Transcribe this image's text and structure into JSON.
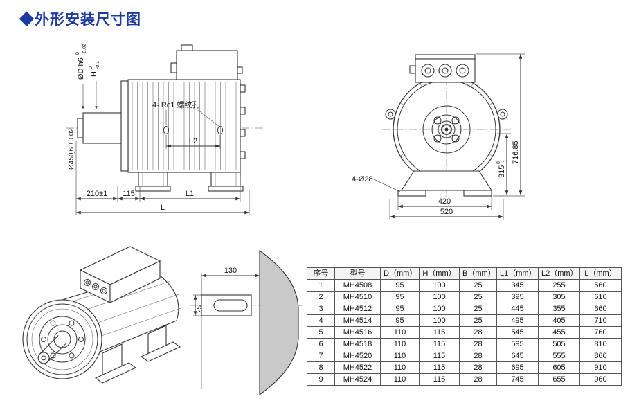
{
  "page": {
    "title": "◆外形安装尺寸图"
  },
  "colors": {
    "accent": "#1d3a9e"
  },
  "side_view": {
    "dim_shaft_dia_label": "ØD h6",
    "dim_shaft_dia_tol_upper": "0",
    "dim_shaft_dia_tol_lower": "-0.02",
    "dim_h_label": "H",
    "dim_h_tol_upper": "0",
    "dim_h_tol_lower": "-0.1",
    "dim_flange_dia": "Ø450j6 ±0.02",
    "thread_note": "4- Rc1 螺纹孔",
    "dim_l2": "L2",
    "dim_210": "210±1",
    "dim_115": "115",
    "dim_l1": "L1",
    "dim_l": "L"
  },
  "front_view": {
    "dim_315_label": "315",
    "dim_315_tol_upper": "0",
    "dim_315_tol_lower": "-1",
    "dim_716": "716.85",
    "holes_note": "4-Ø28",
    "dim_420": "420",
    "dim_520": "520"
  },
  "shaft_view": {
    "dim_130": "130",
    "dim_25": "25"
  },
  "table": {
    "headers": [
      "序号",
      "型号",
      "D（mm）",
      "H（mm）",
      "B（mm）",
      "L1（mm）",
      "L2（mm）",
      "L（mm）"
    ],
    "rows": [
      [
        "1",
        "MH4508",
        "95",
        "100",
        "25",
        "345",
        "255",
        "560"
      ],
      [
        "2",
        "MH4510",
        "95",
        "100",
        "25",
        "395",
        "305",
        "610"
      ],
      [
        "3",
        "MH4512",
        "95",
        "100",
        "25",
        "445",
        "355",
        "660"
      ],
      [
        "4",
        "MH4514",
        "95",
        "100",
        "25",
        "495",
        "405",
        "710"
      ],
      [
        "5",
        "MH4516",
        "110",
        "115",
        "28",
        "545",
        "455",
        "760"
      ],
      [
        "6",
        "MH4518",
        "110",
        "115",
        "28",
        "595",
        "505",
        "810"
      ],
      [
        "7",
        "MH4520",
        "110",
        "115",
        "28",
        "645",
        "555",
        "860"
      ],
      [
        "8",
        "MH4522",
        "110",
        "115",
        "28",
        "695",
        "605",
        "910"
      ],
      [
        "9",
        "MH4524",
        "110",
        "115",
        "28",
        "745",
        "655",
        "960"
      ]
    ]
  }
}
